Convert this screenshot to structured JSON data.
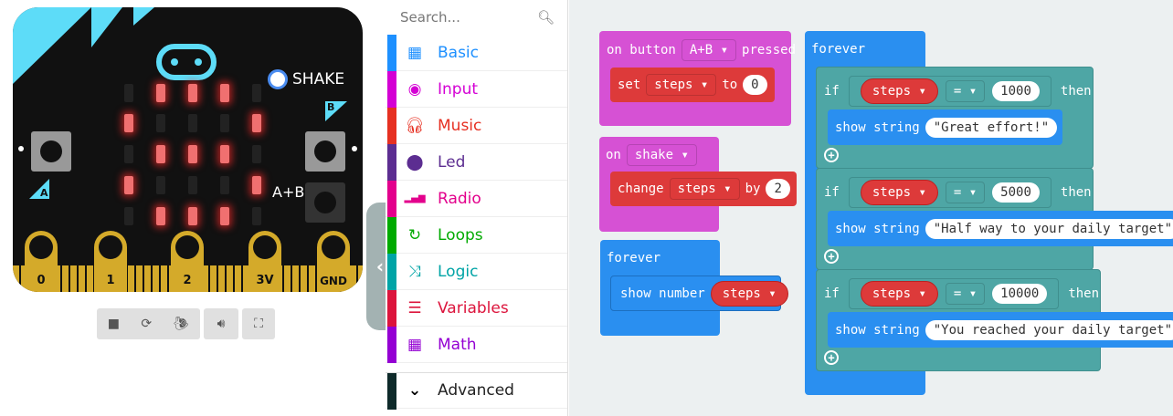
{
  "simulator": {
    "shake_label": "SHAKE",
    "button_a": "A",
    "button_b": "B",
    "button_ab": "A+B",
    "pins": [
      "0",
      "1",
      "2",
      "3V",
      "GND"
    ],
    "led_matrix": [
      [
        0,
        1,
        1,
        1,
        0
      ],
      [
        1,
        0,
        0,
        0,
        1
      ],
      [
        0,
        1,
        1,
        1,
        0
      ],
      [
        1,
        0,
        0,
        0,
        1
      ],
      [
        0,
        1,
        1,
        1,
        0
      ]
    ],
    "controls": [
      "stop-icon",
      "restart-icon",
      "slow-motion-icon",
      "sound-icon",
      "fullscreen-icon"
    ]
  },
  "toolbox": {
    "search_placeholder": "Search...",
    "categories": [
      {
        "label": "Basic",
        "color": "#1e90ff",
        "icon": "grid-icon"
      },
      {
        "label": "Input",
        "color": "#d400d4",
        "icon": "target-icon"
      },
      {
        "label": "Music",
        "color": "#e63022",
        "icon": "headphones-icon"
      },
      {
        "label": "Led",
        "color": "#5c2d91",
        "icon": "toggle-icon"
      },
      {
        "label": "Radio",
        "color": "#e3008c",
        "icon": "signal-bars-icon"
      },
      {
        "label": "Loops",
        "color": "#00aa00",
        "icon": "refresh-icon"
      },
      {
        "label": "Logic",
        "color": "#00a4a6",
        "icon": "shuffle-icon"
      },
      {
        "label": "Variables",
        "color": "#dc143c",
        "icon": "list-icon"
      },
      {
        "label": "Math",
        "color": "#9400d3",
        "icon": "calculator-icon"
      }
    ],
    "advanced": "Advanced"
  },
  "workspace": {
    "on_button": {
      "on": "on button",
      "button": "A+B",
      "pressed": "pressed",
      "set": "set",
      "var": "steps",
      "to": "to",
      "value": "0"
    },
    "on_shake": {
      "on": "on",
      "gesture": "shake",
      "change": "change",
      "var": "steps",
      "by": "by",
      "value": "2"
    },
    "forever_small": {
      "label": "forever",
      "show_number": "show number",
      "var": "steps"
    },
    "forever_big": {
      "label": "forever",
      "ifs": [
        {
          "if": "if",
          "var": "steps",
          "op": "=",
          "value": "1000",
          "then": "then",
          "show": "show string",
          "text": "Great effort!"
        },
        {
          "if": "if",
          "var": "steps",
          "op": "=",
          "value": "5000",
          "then": "then",
          "show": "show string",
          "text": "Half way to your daily target"
        },
        {
          "if": "if",
          "var": "steps",
          "op": "=",
          "value": "10000",
          "then": "then",
          "show": "show string",
          "text": "You reached your daily target"
        }
      ]
    }
  }
}
